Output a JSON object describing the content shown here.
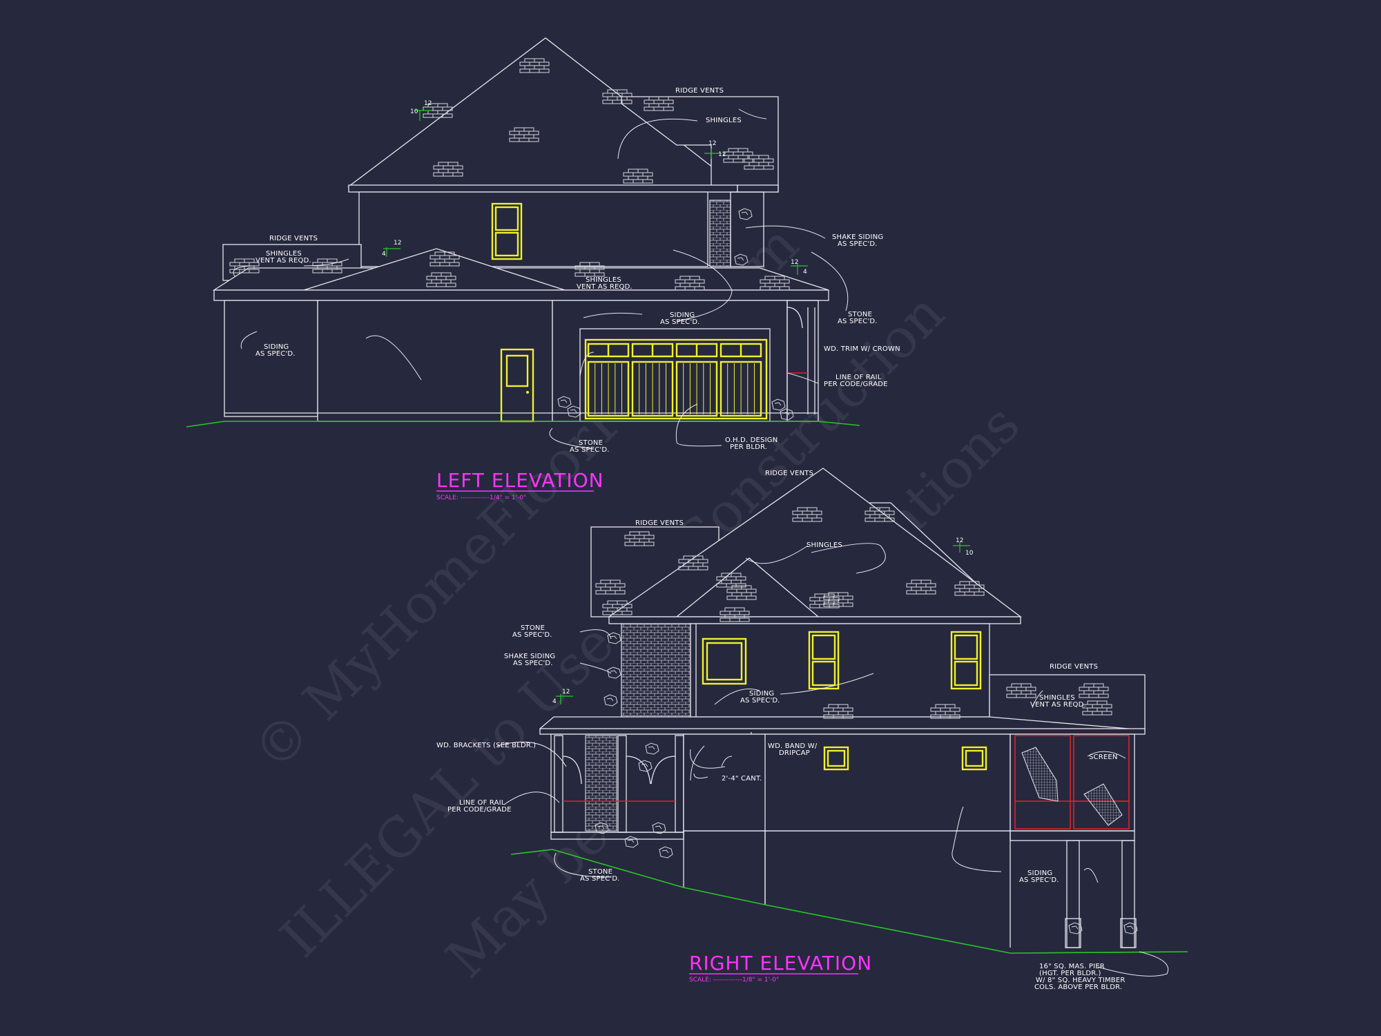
{
  "colors": {
    "background": "#26283d",
    "linework": "#e8e8f0",
    "windows_doors": "#f2f22a",
    "grade_line": "#28c628",
    "rail_line": "#e0202a",
    "titles": "#ff33ff"
  },
  "watermark": {
    "line1": "© MyHomeFloorPlans.com",
    "line2": "ILLEGAL to Use for Construction",
    "line3": "May be used for Estimations"
  },
  "left_elevation": {
    "title": "LEFT ELEVATION",
    "scale": "SCALE: -------------1/4\" = 1'-0\"",
    "slopes": [
      "12",
      "10",
      "12",
      "12",
      "4",
      "12",
      "4",
      "12"
    ],
    "notes": {
      "ridge_vents_top": "RIDGE VENTS",
      "shingles_top": "SHINGLES",
      "ridge_vents_left": "RIDGE VENTS",
      "shingles_vent_left_1": "SHINGLES",
      "shingles_vent_left_2": "VENT AS REQD.",
      "shingles_vent_mid_1": "SHINGLES",
      "shingles_vent_mid_2": "VENT AS REQD.",
      "shake_siding_1": "SHAKE SIDING",
      "shake_siding_2": "AS SPEC'D.",
      "stone_right_1": "STONE",
      "stone_right_2": "AS SPEC'D.",
      "siding_mid_1": "SIDING",
      "siding_mid_2": "AS SPEC'D.",
      "siding_left_1": "SIDING",
      "siding_left_2": "AS SPEC'D.",
      "wd_trim": "WD. TRIM W/ CROWN",
      "line_of_rail_1": "LINE OF RAIL",
      "line_of_rail_2": "PER CODE/GRADE",
      "stone_bottom_1": "STONE",
      "stone_bottom_2": "AS SPEC'D.",
      "ohd_1": "O.H.D. DESIGN",
      "ohd_2": "PER BLDR."
    }
  },
  "right_elevation": {
    "title": "RIGHT ELEVATION",
    "scale": "SCALE: -------------1/8\" = 1'-0\"",
    "slopes": [
      "12",
      "10",
      "12",
      "4"
    ],
    "notes": {
      "ridge_vents_top": "RIDGE VENTS",
      "ridge_vents_left": "RIDGE VENTS",
      "shingles": "SHINGLES",
      "stone_1": "STONE",
      "stone_2": "AS SPEC'D.",
      "shake_1": "SHAKE SIDING",
      "shake_2": "AS SPEC'D.",
      "siding_mid_1": "SIDING",
      "siding_mid_2": "AS SPEC'D.",
      "ridge_vents_right": "RIDGE VENTS",
      "shingles_vent_1": "SHINGLES",
      "shingles_vent_2": "VENT AS REQD.",
      "brackets": "WD. BRACKETS (SEE BLDR.)",
      "wd_band_1": "WD. BAND W/",
      "wd_band_2": "DRIPCAP",
      "cant": "2'-4\" CANT.",
      "screen": "SCREEN",
      "line_of_rail_1": "LINE OF RAIL",
      "line_of_rail_2": "PER CODE/GRADE",
      "stone_bottom_1": "STONE",
      "stone_bottom_2": "AS SPEC'D.",
      "siding_right_1": "SIDING",
      "siding_right_2": "AS SPEC'D.",
      "pier_1": "16\" SQ. MAS. PIER",
      "pier_2": "(HGT. PER BLDR.)",
      "pier_3": "W/ 8\" SQ. HEAVY TIMBER",
      "pier_4": "COLS. ABOVE PER BLDR."
    }
  }
}
